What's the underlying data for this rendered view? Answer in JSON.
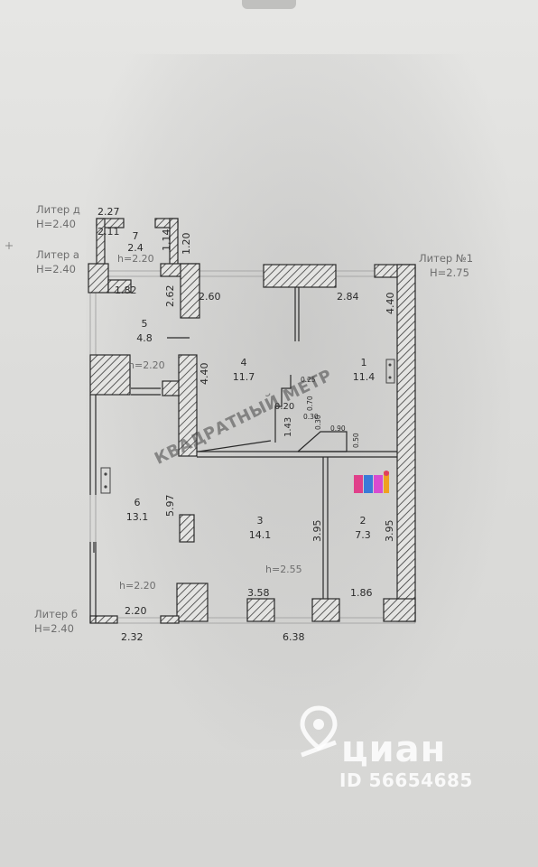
{
  "plan": {
    "liter_labels": [
      {
        "name": "Литер д",
        "height": "H=2.40"
      },
      {
        "name": "Литер а",
        "height": "H=2.40"
      },
      {
        "name": "Литер №1",
        "height": "H=2.75"
      },
      {
        "name": "Литер б",
        "height": "H=2.40"
      }
    ],
    "rooms": [
      {
        "number": "1",
        "area": "11.4"
      },
      {
        "number": "2",
        "area": "7.3"
      },
      {
        "number": "3",
        "area": "14.1"
      },
      {
        "number": "4",
        "area": "11.7"
      },
      {
        "number": "5",
        "area": "4.8"
      },
      {
        "number": "6",
        "area": "13.1"
      },
      {
        "number": "7",
        "area": "2.4"
      }
    ],
    "ceiling_heights": {
      "room7": "h=2.20",
      "room5": "h=2.20",
      "room6": "h=2.20",
      "main": "h=2.55"
    },
    "dimensions": {
      "top_left_width": "2.27",
      "room7_width": "2.11",
      "room7_side_a": "1.14",
      "room7_side_b": "1.20",
      "room5_width": "1.82",
      "room5_depth": "2.62",
      "room4_width": "2.60",
      "room1_width": "2.84",
      "right_top": "4.40",
      "room4_depth": "4.40",
      "room6_depth": "5.97",
      "room3_depth": "3.95",
      "room2_depth": "3.95",
      "room6_width": "2.20",
      "room3_width": "3.58",
      "room2_width": "1.86",
      "bottom_left": "2.32",
      "bottom_total": "6.38",
      "stair_a": "0.25",
      "stair_b": "0.20",
      "stair_c": "0.70",
      "stair_d": "0.30",
      "stair_e": "0.30",
      "stair_f": "0.90",
      "stair_g": "0.50",
      "stair_h": "1.43"
    }
  },
  "watermark": {
    "stamp_text": "КВАДРАТНЫЙ МЕТР",
    "brand": "циан",
    "listing_id": "ID 56654685"
  }
}
